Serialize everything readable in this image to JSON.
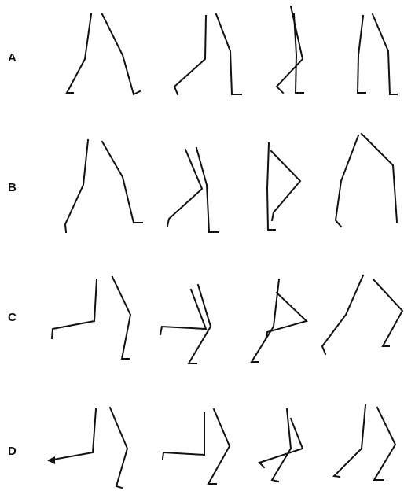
{
  "figure": {
    "rows": [
      {
        "label": "A",
        "panels": 4
      },
      {
        "label": "B",
        "panels": 4
      },
      {
        "label": "C",
        "panels": 4
      },
      {
        "label": "D",
        "panels": 4
      }
    ]
  }
}
